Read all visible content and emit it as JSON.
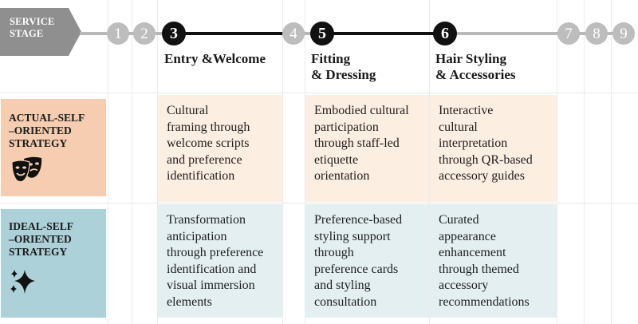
{
  "stage_tag": {
    "label": "SERVICE\nSTAGE"
  },
  "timeline": {
    "steps": [
      {
        "number": "1",
        "emphasis": "minor"
      },
      {
        "number": "2",
        "emphasis": "minor"
      },
      {
        "number": "3",
        "emphasis": "major",
        "label": "Entry &Welcome"
      },
      {
        "number": "4",
        "emphasis": "minor"
      },
      {
        "number": "5",
        "emphasis": "major",
        "label": "Fitting\n& Dressing"
      },
      {
        "number": "6",
        "emphasis": "major",
        "label": "Hair Styling\n& Accessories"
      },
      {
        "number": "7",
        "emphasis": "minor"
      },
      {
        "number": "8",
        "emphasis": "minor"
      },
      {
        "number": "9",
        "emphasis": "minor"
      }
    ]
  },
  "strategies": {
    "actual": {
      "label": "ACTUAL-SELF\n–ORIENTED\nSTRATEGY",
      "icon": "theater-masks-icon",
      "color": "#f6cdb0",
      "cell_color": "#fdeee2",
      "cells": [
        "Cultural\nframing through\nwelcome scripts\nand preference\nidentification",
        "Embodied cultural\nparticipation\nthrough staff-led\netiquette\norientation",
        "Interactive\ncultural\ninterpretation\nthrough QR-based\naccessory guides"
      ]
    },
    "ideal": {
      "label": "IDEAL-SELF\n–ORIENTED\nSTRATEGY",
      "icon": "sparkles-icon",
      "color": "#acd1d9",
      "cell_color": "#e4eff2",
      "cells": [
        "Transformation\nanticipation\nthrough preference\nidentification and\nvisual immersion\nelements",
        "Preference-based\nstyling support\nthrough\npreference cards\nand styling\nconsultation",
        "Curated\nappearance\nenhancement\nthrough themed\naccessory\nrecommendations"
      ]
    }
  }
}
